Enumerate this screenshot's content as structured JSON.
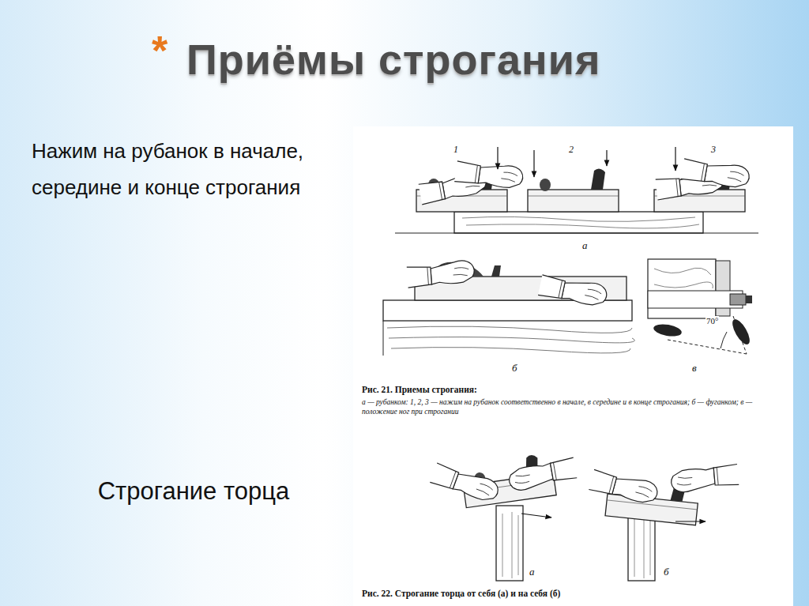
{
  "diagram": {
    "title": "Приёмы строгания",
    "labels": [
      "*",
      "Нажим на рубанок в начале, середине и конце строгания",
      "1",
      "2",
      "3",
      "а",
      "б",
      "в",
      "70°",
      "Рис. 21. Приемы строгания:",
      "а — рубанком: 1, 2, 3 — нажим на рубанок соответственно в начале, в середине и в конце строгания; б — фуганком; в — положение ног при строгании",
      "Строгание торца",
      "а",
      "б",
      "Рис. 22. Строгание торца от себя (а) и на себя (б)"
    ]
  }
}
